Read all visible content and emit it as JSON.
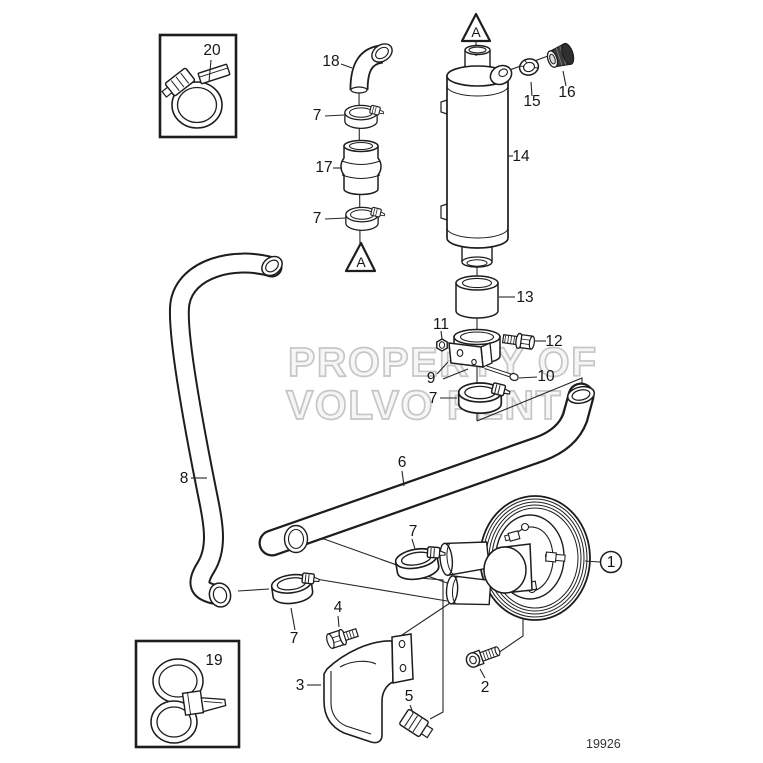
{
  "diagram": {
    "figure_number": "19926",
    "watermark_line1": "PROPERTY OF",
    "watermark_line2": "VOLVO PENTA",
    "detail_marker": "A",
    "part_labels": {
      "p1": "1",
      "p2": "2",
      "p3": "3",
      "p4": "4",
      "p5": "5",
      "p6": "6",
      "p7": "7",
      "p8": "8",
      "p9": "9",
      "p10": "10",
      "p11": "11",
      "p12": "12",
      "p13": "13",
      "p14": "14",
      "p15": "15",
      "p16": "16",
      "p17": "17",
      "p18": "18",
      "p19": "19",
      "p20": "20"
    }
  }
}
